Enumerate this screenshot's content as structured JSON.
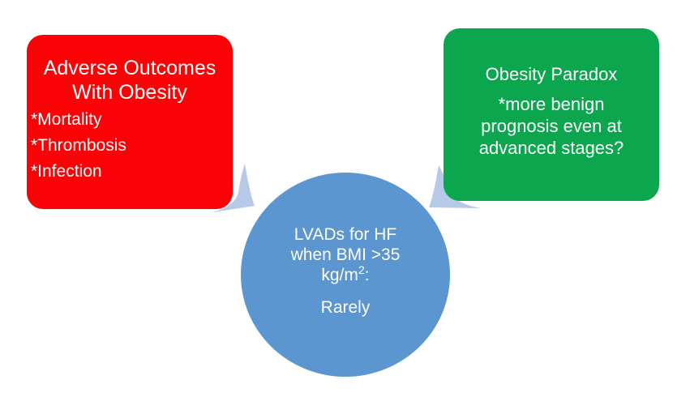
{
  "slide": {
    "background_color": "#ffffff",
    "text_color": "#ffffff",
    "left_callout": {
      "fill_color": "#fb0206",
      "title_lines": [
        "Adverse Outcomes",
        "With Obesity"
      ],
      "title_text": "Adverse Outcomes With Obesity",
      "bullets": [
        "*Mortality",
        "*Thrombosis",
        "*Infection"
      ]
    },
    "right_callout": {
      "fill_color": "#0ca64f",
      "title": "Obesity Paradox",
      "body_lines": [
        "*more benign",
        "prognosis even at",
        "advanced stages?"
      ],
      "body_text": "*more benign prognosis even at advanced stages?"
    },
    "center_circle": {
      "fill_color": "#5b96d0",
      "line_1_2": [
        "LVADs for HF",
        "when BMI >35"
      ],
      "line3_prefix": "kg/m",
      "line3_sup": "2",
      "line3_suffix": ":",
      "answer": "Rarely"
    },
    "tails": {
      "fill_color": "#b7c9e8",
      "stroke_color": "#9db4dc"
    }
  }
}
